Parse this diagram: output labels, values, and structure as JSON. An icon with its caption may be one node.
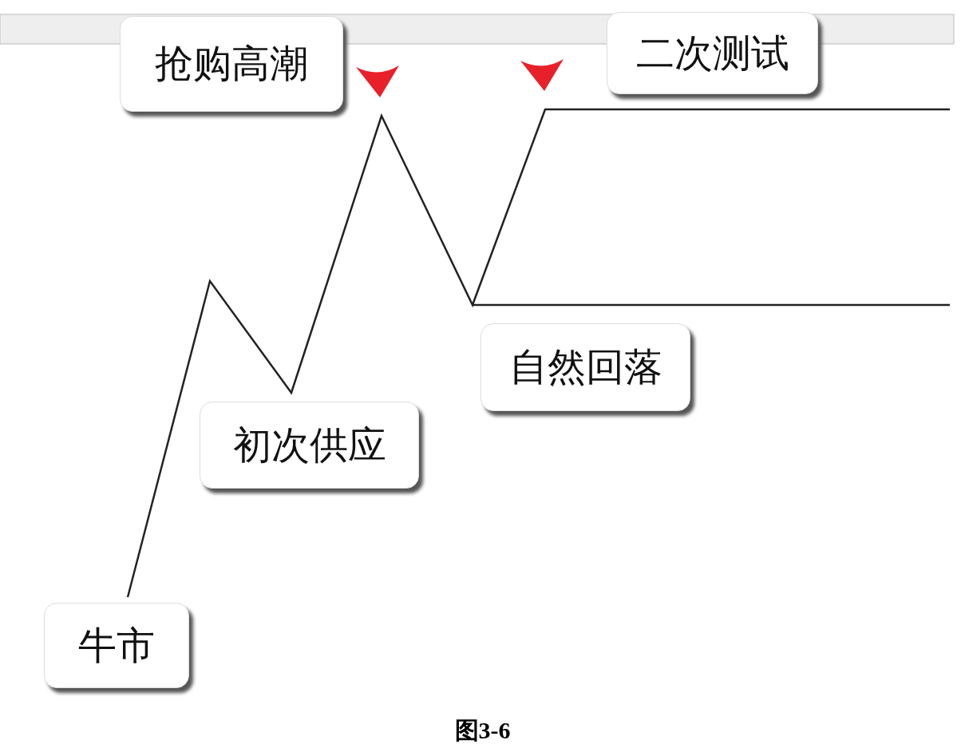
{
  "diagram": {
    "caption": "图3-6",
    "nodes": [
      {
        "text": [
          "抢购高潮"
        ]
      },
      {
        "text": [
          "二次测试"
        ]
      },
      {
        "text": [
          "自然回落"
        ]
      },
      {
        "text": [
          "初次供应"
        ]
      },
      {
        "text": [
          "牛市"
        ]
      }
    ]
  }
}
